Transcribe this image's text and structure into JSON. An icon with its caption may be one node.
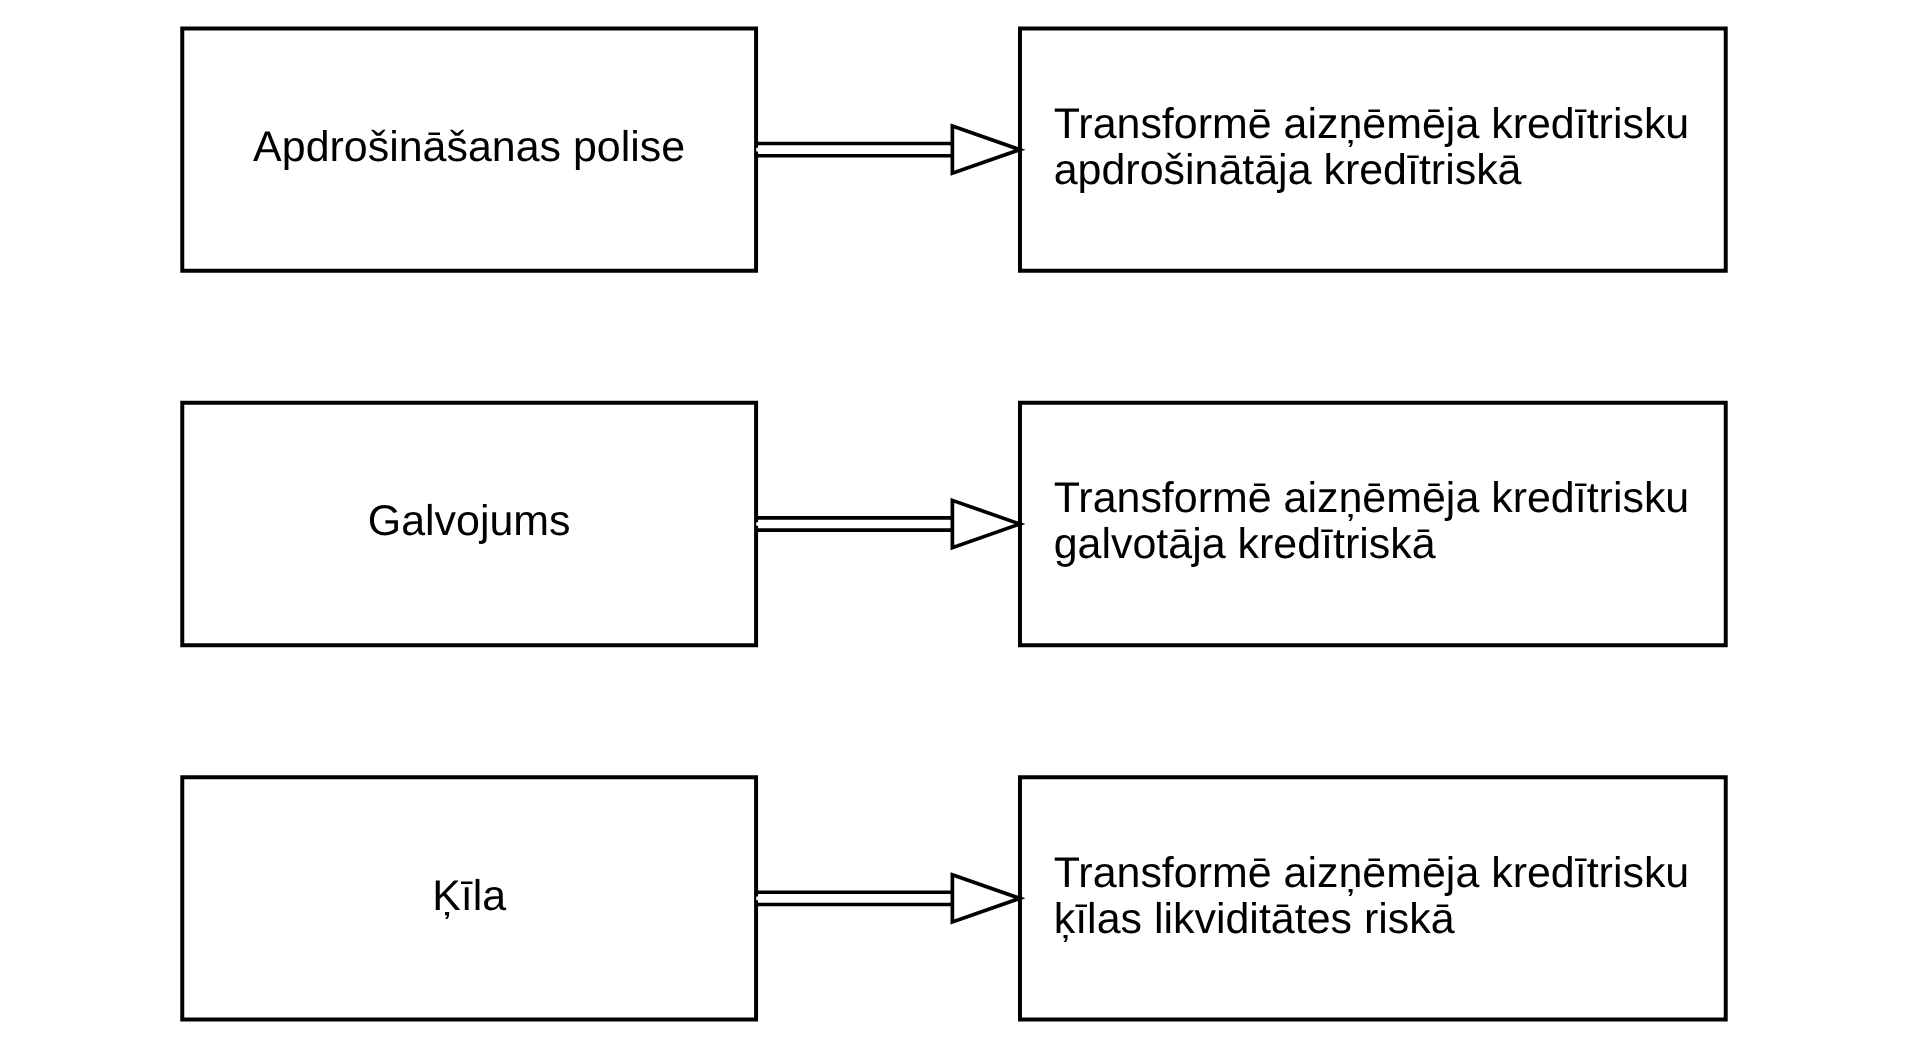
{
  "diagram": {
    "nodes": [
      {
        "text": [
          "Ķīla"
        ]
      },
      {
        "text": [
          "Transformē aizņēmēja kredītrisku ķīlas likviditātes riskā"
        ]
      },
      {
        "text": [
          "Galvojums"
        ]
      },
      {
        "text": [
          "Transformē aizņēmēja kredītrisku galvotāja kredītriskā"
        ]
      },
      {
        "text": [
          "Apdrošināšanas polise"
        ]
      },
      {
        "text": [
          "Transformē aizņēmēja kredītrisku apdrošinātāja kredītriskā"
        ]
      }
    ],
    "edges": [
      {
        "from": 0,
        "to": 1,
        "arrow": "to"
      },
      {
        "from": 2,
        "to": 3,
        "arrow": "to"
      },
      {
        "from": 4,
        "to": 5,
        "arrow": "to"
      }
    ]
  }
}
